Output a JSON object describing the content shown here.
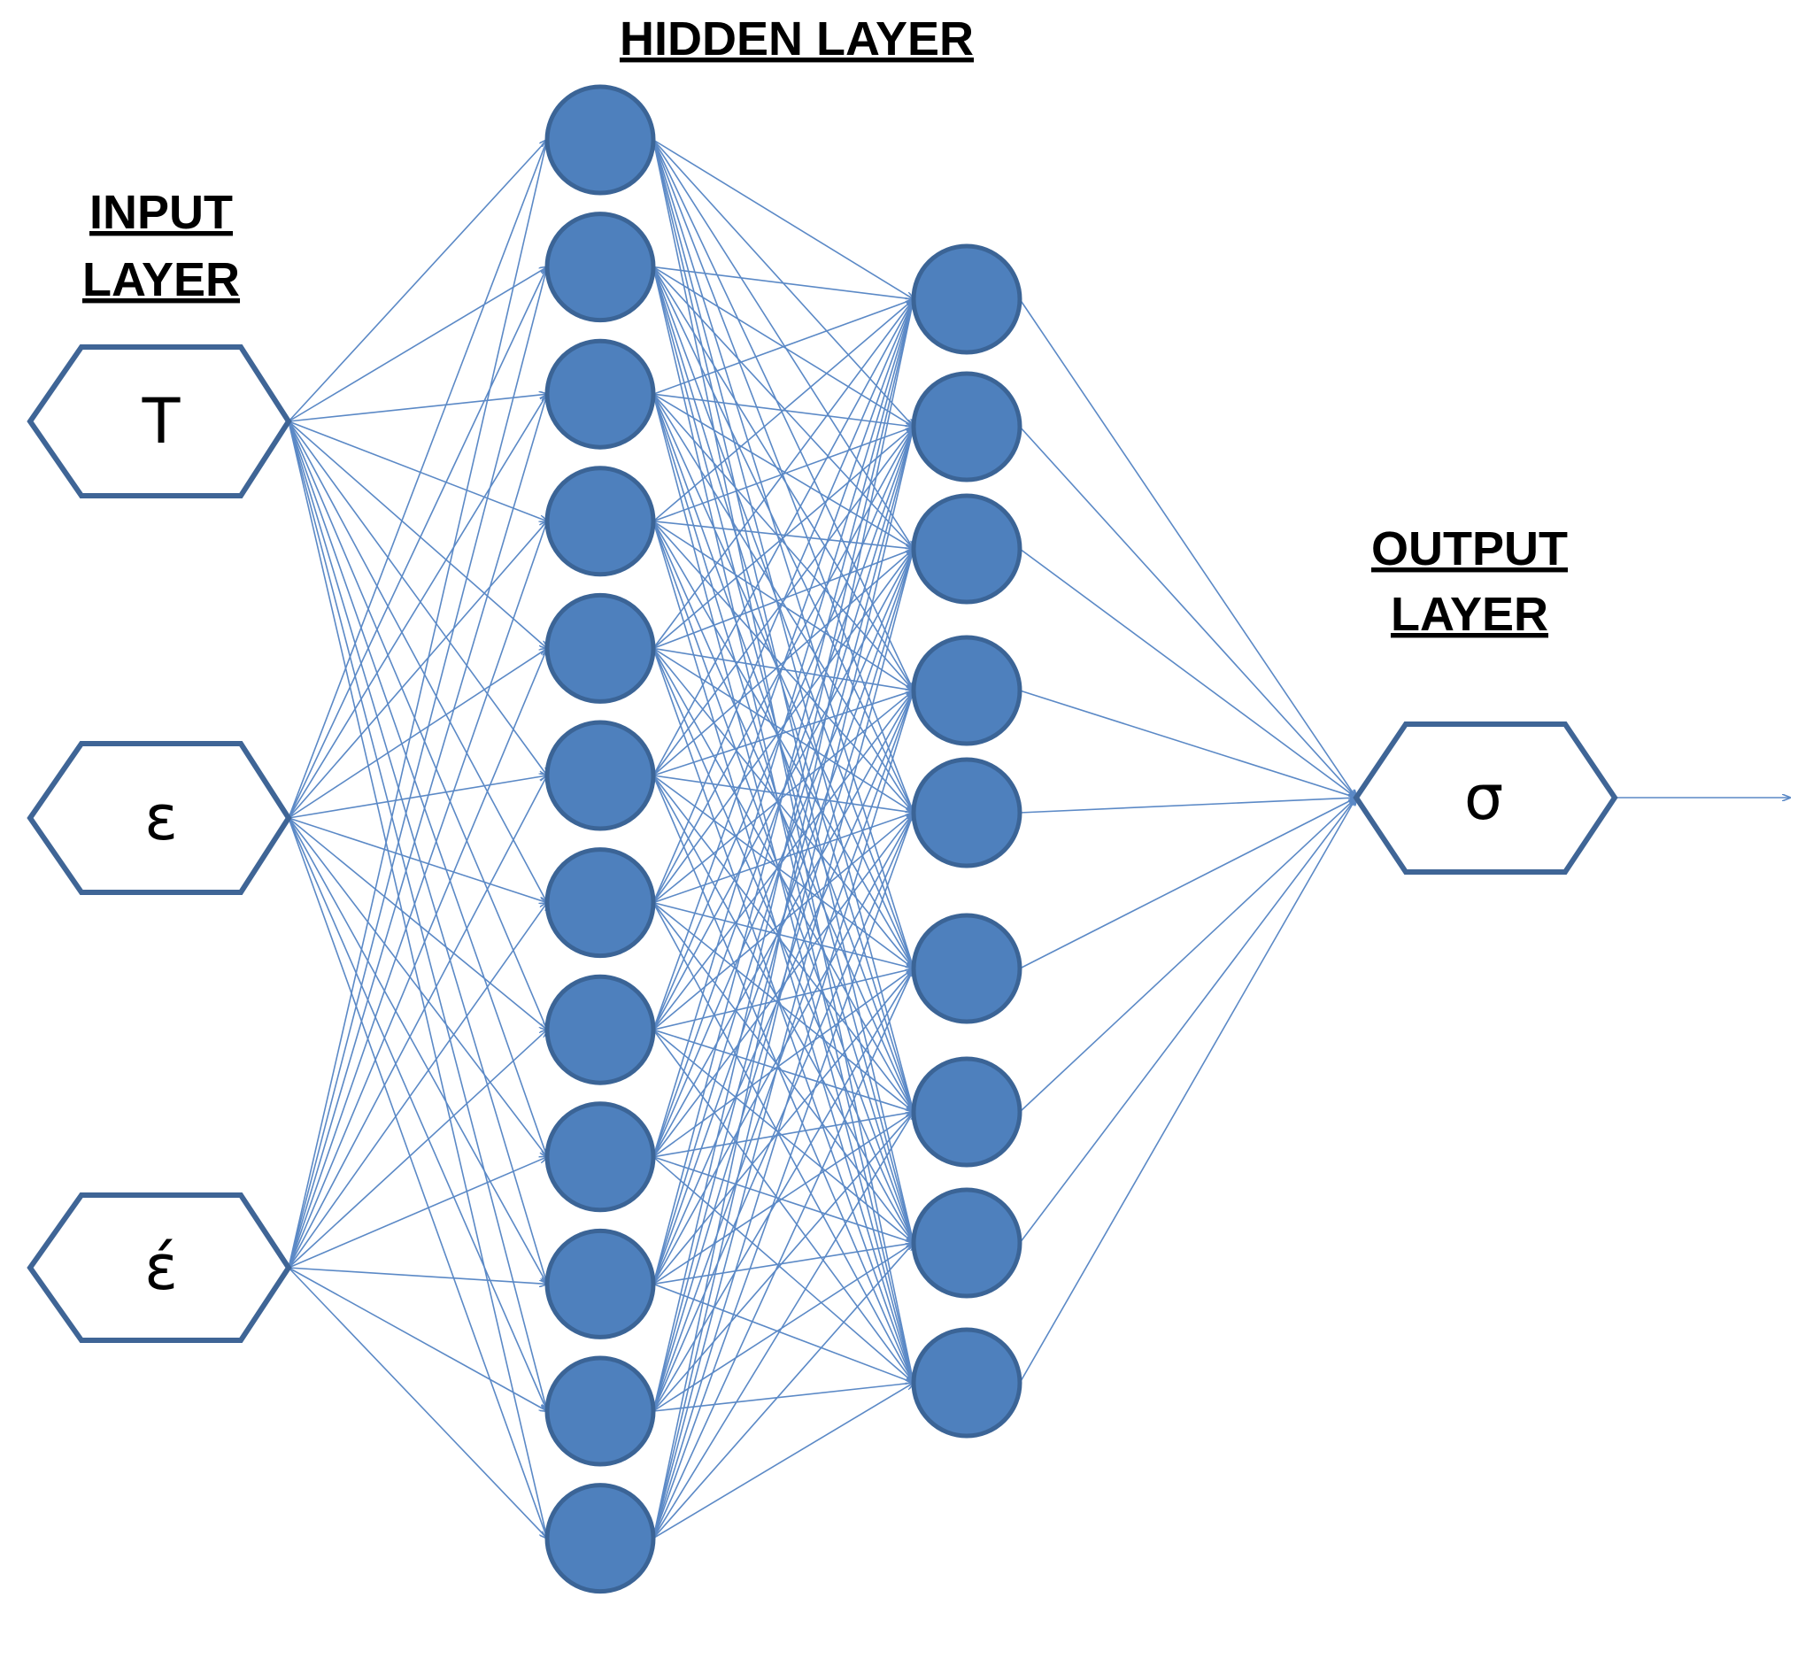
{
  "labels": {
    "input": [
      "INPUT",
      "LAYER"
    ],
    "hidden": "HIDDEN LAYER",
    "output": [
      "OUTPUT",
      "LAYER"
    ]
  },
  "inputs": [
    "T",
    "ε",
    "έ"
  ],
  "output": "σ",
  "network": {
    "input_nodes": 3,
    "hidden1_nodes": 12,
    "hidden2_nodes": 9,
    "output_nodes": 1
  },
  "colors": {
    "neuron_fill": "#4e80bd",
    "neuron_stroke": "#3b6496",
    "edge": "#5b89c6",
    "hex_stroke": "#3f6596"
  }
}
